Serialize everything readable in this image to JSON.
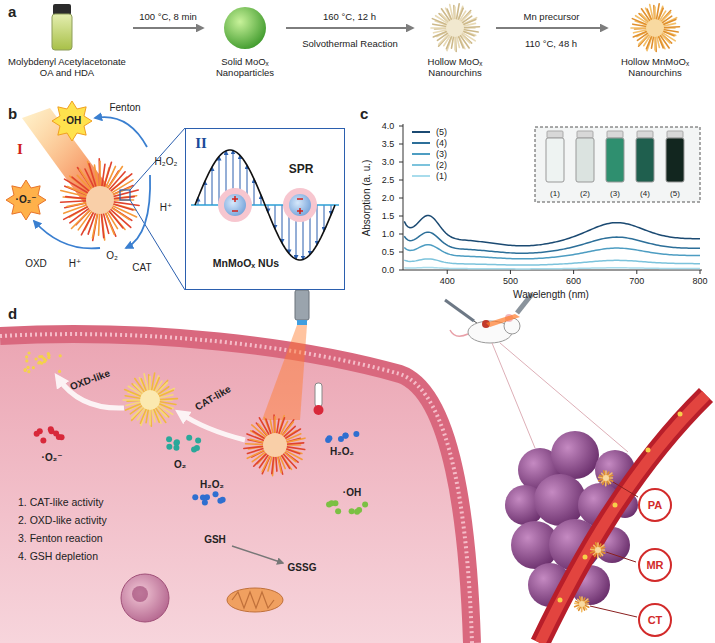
{
  "diagram": {
    "nodes": [
      {
        "text": [
          "Molybdenyl Acetylacetonate OA and HDA"
        ]
      },
      {
        "text": [
          "Solid MoOₓ Nanoparticles"
        ]
      },
      {
        "text": [
          "Hollow MoOₓ Nanourchins"
        ]
      },
      {
        "text": [
          "Hollow MnMoOₓ Nanourchins"
        ]
      },
      {
        "text": [
          "II",
          "SPR",
          "MnMoOₓ NUs"
        ]
      },
      {
        "text": [
          "PA"
        ]
      },
      {
        "text": [
          "MR"
        ]
      },
      {
        "text": [
          "CT"
        ]
      }
    ],
    "edges": [
      {
        "from": 0,
        "to": 1,
        "arrow": "to",
        "label": "100 °C, 8 min"
      },
      {
        "from": 1,
        "to": 2,
        "arrow": "to",
        "label": "160 °C, 12 h"
      },
      {
        "from": 2,
        "to": 3,
        "arrow": "to",
        "label": "Mn precursor"
      }
    ],
    "labels": [
      "a",
      "Solvothermal Reaction",
      "110 °C, 48 h",
      "b",
      "I",
      "·OH",
      "Fenton",
      "H₂O₂",
      "H⁺",
      "O₂",
      "CAT",
      "·O₂⁻",
      "OXD",
      "H⁺",
      "c",
      "Absorption (a. u.)",
      "0.0",
      "0.5",
      "1.0",
      "1.5",
      "2.0",
      "2.5",
      "3.0",
      "3.5",
      "4.0",
      "400",
      "500",
      "600",
      "700",
      "800",
      "Wavelength (nm)",
      "(1)",
      "(2)",
      "(3)",
      "(4)",
      "(5)",
      "d",
      "OXD-like",
      "·O₂⁻",
      "O₂",
      "CAT-like",
      "H₂O₂",
      "H₂O₂",
      "·OH",
      "1. CAT-like activity",
      "2. OXD-like activity",
      "3. Fenton reaction",
      "4. GSH depletion",
      "GSH",
      "GSSG"
    ],
    "legend": [
      {
        "text": "(5)"
      },
      {
        "text": "(4)"
      },
      {
        "text": "(3)"
      },
      {
        "text": "(2)"
      },
      {
        "text": "(1)"
      }
    ]
  }
}
